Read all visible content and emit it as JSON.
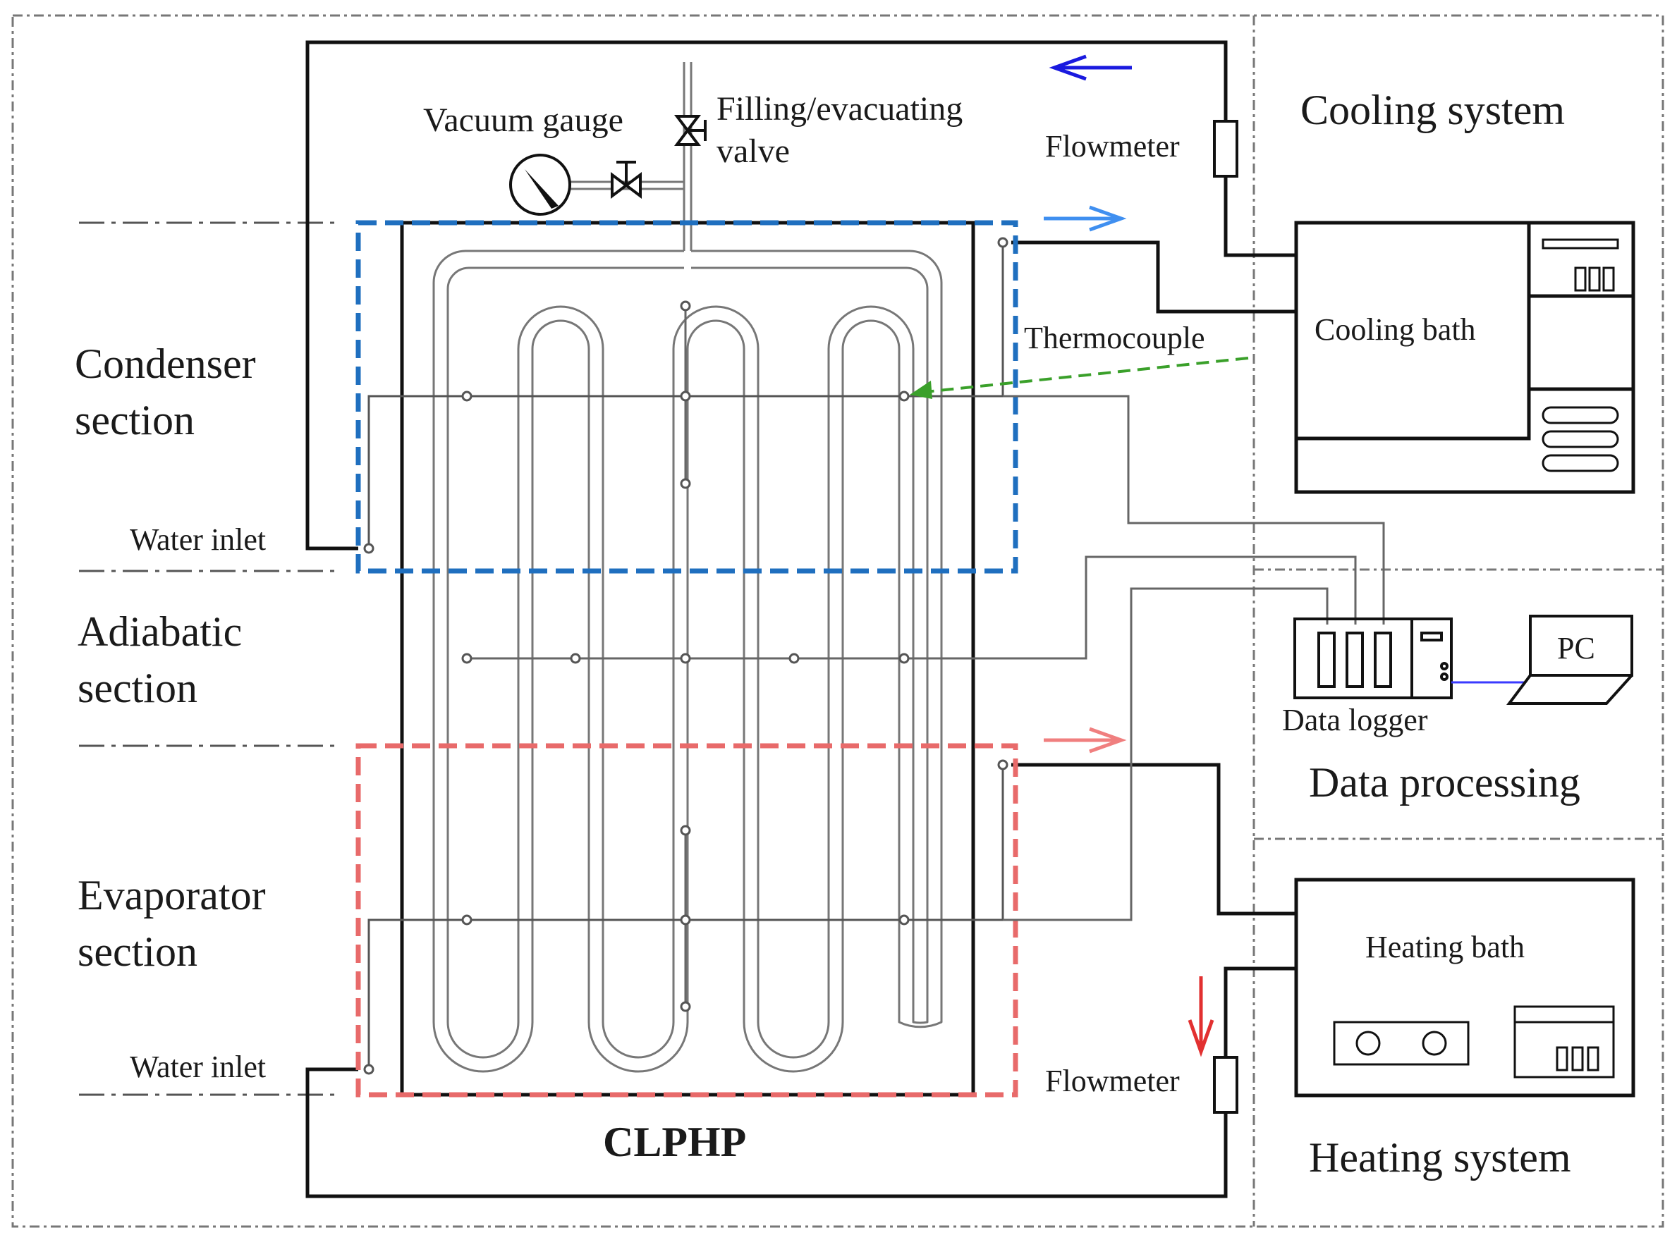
{
  "labels": {
    "vacuum_gauge": "Vacuum gauge",
    "filling_valve_line1": "Filling/evacuating",
    "filling_valve_line2": "valve",
    "flowmeter_top": "Flowmeter",
    "flowmeter_bottom": "Flowmeter",
    "thermocouple": "Thermocouple",
    "cooling_bath": "Cooling bath",
    "heating_bath": "Heating bath",
    "data_logger": "Data logger",
    "pc": "PC",
    "water_inlet_top": "Water inlet",
    "water_inlet_bottom": "Water inlet",
    "clphp": "CLPHP"
  },
  "sections": {
    "condenser_line1": "Condenser",
    "condenser_line2": "section",
    "adiabatic_line1": "Adiabatic",
    "adiabatic_line2": "section",
    "evaporator_line1": "Evaporator",
    "evaporator_line2": "section"
  },
  "systems": {
    "cooling": "Cooling system",
    "data": "Data processing",
    "heating": "Heating system"
  },
  "colors": {
    "condenser": "#1f6fbf",
    "evaporator": "#e86a6a",
    "thermocouple_arrow": "#3aa02a",
    "flow_blue": "#1a1adf",
    "flow_light_blue": "#3f8ff0",
    "flow_red": "#e23030",
    "flow_pink": "#f07f7f",
    "logger_link": "#3a3aff"
  }
}
